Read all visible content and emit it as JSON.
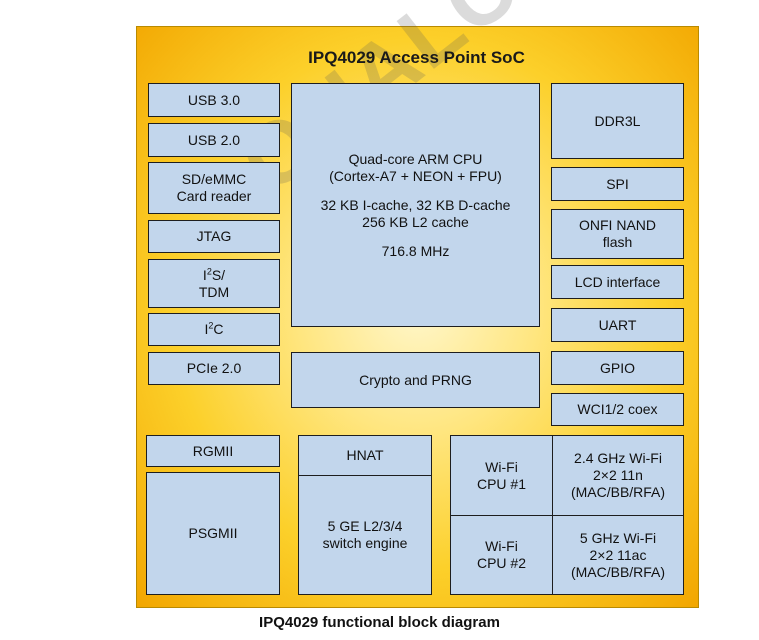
{
  "diagram": {
    "title": "IPQ4029 Access Point SoC",
    "caption": "IPQ4029 functional block diagram",
    "colors": {
      "panel_gradient_center": "#fff7cc",
      "panel_gradient_edge": "#f2a600",
      "block_fill": "#c2d6ec",
      "block_border": "#1e1e1e"
    },
    "watermark": "QUALC"
  },
  "left_blocks": {
    "usb3": "USB 3.0",
    "usb2": "USB 2.0",
    "sd_line1": "SD/eMMC",
    "sd_line2": "Card reader",
    "jtag": "JTAG",
    "i2s_base": "I",
    "i2s_sup": "2",
    "i2s_rest": "S/",
    "i2s_line2": "TDM",
    "i2c_base": "I",
    "i2c_sup": "2",
    "i2c_rest": "C",
    "pcie": "PCIe 2.0"
  },
  "cpu_block": {
    "line1": "Quad-core ARM CPU",
    "line2": "(Cortex-A7 + NEON + FPU)",
    "line3": "32 KB I-cache, 32 KB D-cache",
    "line4": "256 KB L2 cache",
    "line5": "716.8 MHz"
  },
  "crypto_block": "Crypto and PRNG",
  "right_blocks": {
    "ddr": "DDR3L",
    "spi": "SPI",
    "nand_line1": "ONFI NAND",
    "nand_line2": "flash",
    "lcd": "LCD interface",
    "uart": "UART",
    "gpio": "GPIO",
    "wci": "WCI1/2 coex"
  },
  "bottom_blocks": {
    "rgmii": "RGMII",
    "psgmii": "PSGMII",
    "hnat": "HNAT",
    "switch_line1": "5 GE L2/3/4",
    "switch_line2": "switch engine",
    "wifi_cpu1_line1": "Wi-Fi",
    "wifi_cpu1_line2": "CPU #1",
    "wifi_cpu2_line1": "Wi-Fi",
    "wifi_cpu2_line2": "CPU #2",
    "wifi24_line1": "2.4 GHz Wi-Fi",
    "wifi24_line2": "2×2 11n",
    "wifi24_line3": "(MAC/BB/RFA)",
    "wifi5_line1": "5 GHz Wi-Fi",
    "wifi5_line2": "2×2 11ac",
    "wifi5_line3": "(MAC/BB/RFA)"
  }
}
